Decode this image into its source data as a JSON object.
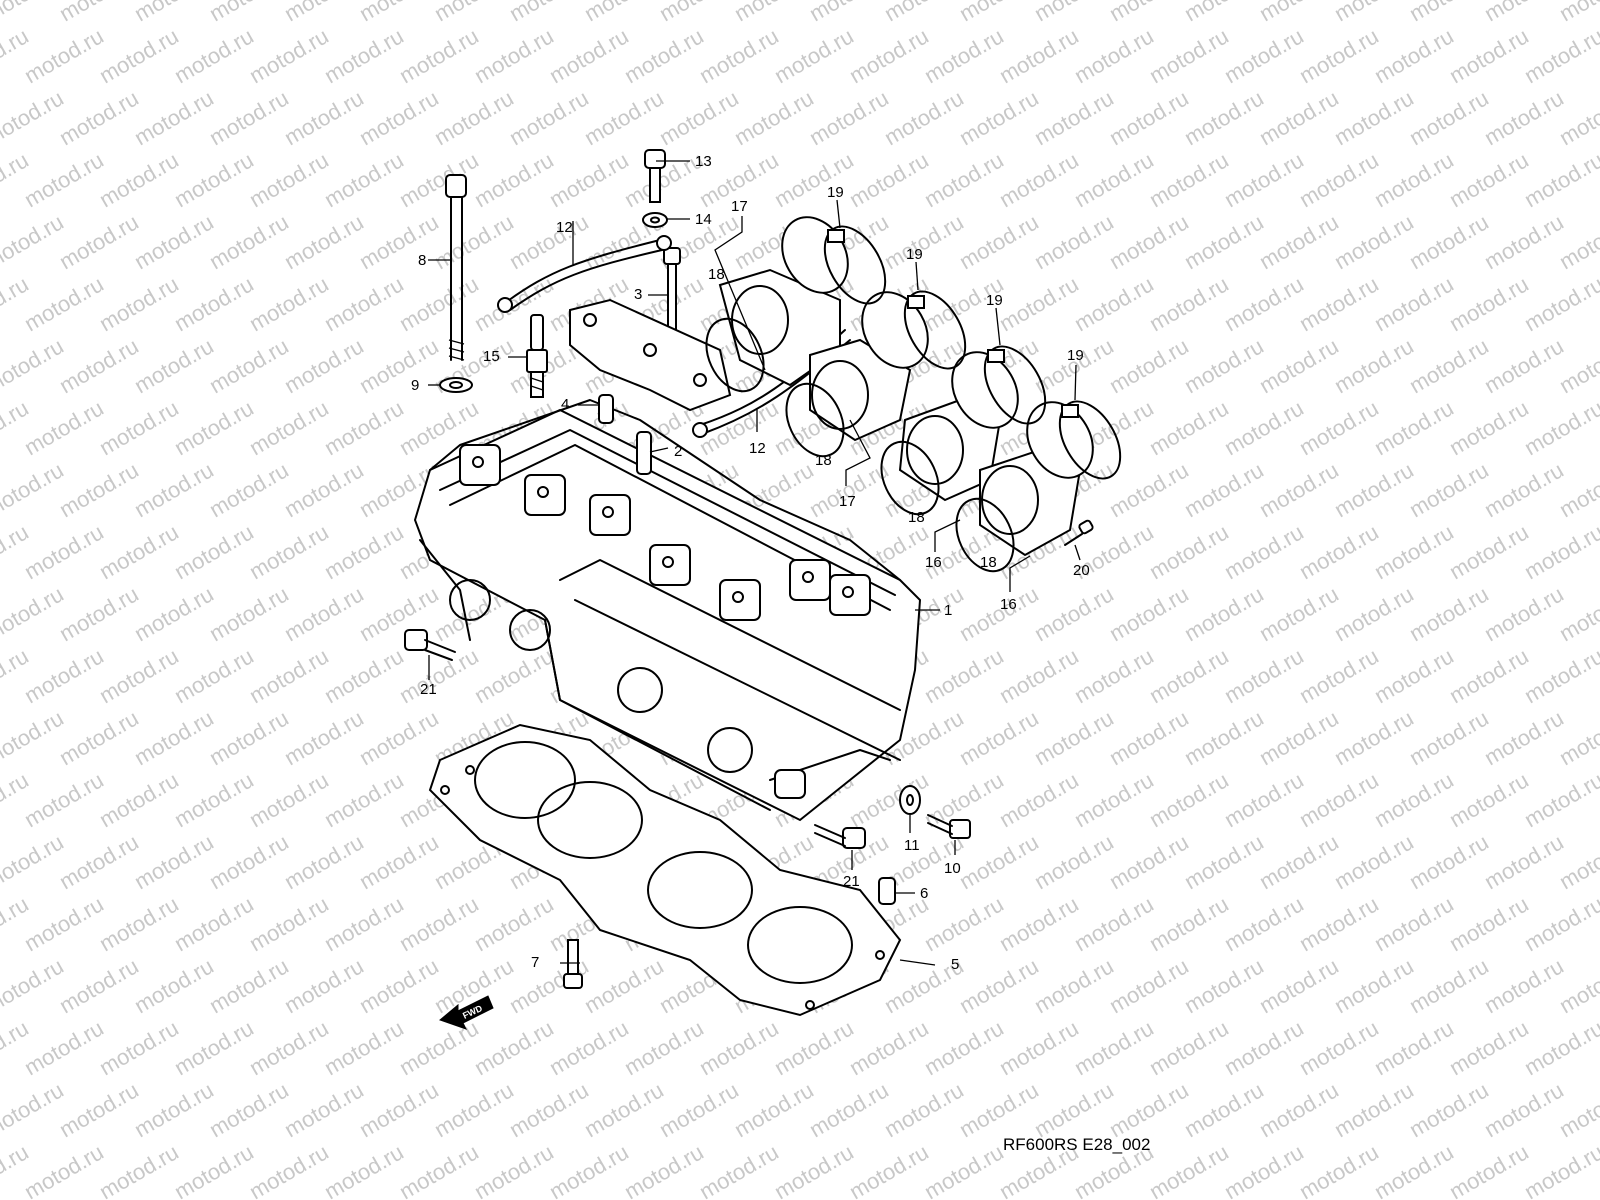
{
  "watermark": "motod.ru",
  "diagram_code": "RF600RS E28_002",
  "fwd_label": "FWD",
  "callouts": {
    "c1": "1",
    "c2": "2",
    "c3": "3",
    "c4": "4",
    "c5": "5",
    "c6": "6",
    "c7": "7",
    "c8": "8",
    "c9": "9",
    "c10": "10",
    "c11": "11",
    "c12a": "12",
    "c12b": "12",
    "c13": "13",
    "c14": "14",
    "c15": "15",
    "c16a": "16",
    "c16b": "16",
    "c17a": "17",
    "c17b": "17",
    "c18a": "18",
    "c18b": "18",
    "c18c": "18",
    "c18d": "18",
    "c19a": "19",
    "c19b": "19",
    "c19c": "19",
    "c19d": "19",
    "c20": "20",
    "c21a": "21",
    "c21b": "21"
  }
}
